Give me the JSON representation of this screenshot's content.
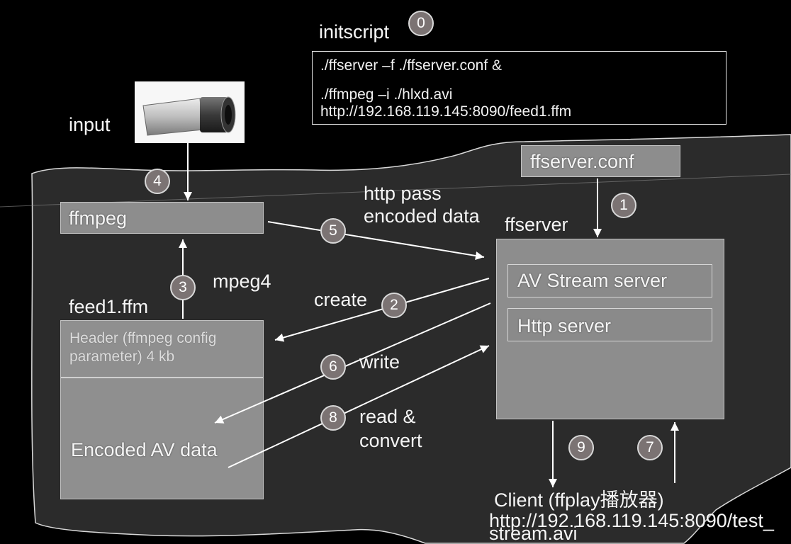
{
  "initscript": {
    "label": "initscript",
    "step": "0",
    "lines": [
      "./ffserver –f ./ffserver.conf &",
      "./ffmpeg –i ./hlxd.avi",
      "http://192.168.119.145:8090/feed1.ffm"
    ]
  },
  "input": {
    "label": "input",
    "step": "4",
    "icon": "camera-icon"
  },
  "ffmpeg": {
    "label": "ffmpeg"
  },
  "http_pass": {
    "line1": "http pass",
    "line2": "encoded data",
    "step": "5"
  },
  "ffserver_conf": {
    "label": "ffserver.conf",
    "step": "1"
  },
  "ffserver": {
    "label": "ffserver",
    "av_stream_server": "AV Stream server",
    "http_server": "Http server"
  },
  "mpeg4": {
    "label": "mpeg4",
    "step": "3"
  },
  "feed": {
    "label": "feed1.ffm",
    "header": "Header (ffmpeg config parameter) 4 kb",
    "encoded": "Encoded AV data"
  },
  "create": {
    "label": "create",
    "step": "2"
  },
  "write": {
    "label": "write",
    "step": "6"
  },
  "read": {
    "line1": "read &",
    "line2": "convert",
    "step": "8"
  },
  "client": {
    "step_out": "9",
    "step_in": "7",
    "label": "Client (ffplay播放器)",
    "url_line1": "http://192.168.119.145:8090/test_",
    "url_line2": "stream.avi"
  },
  "colors": {
    "background": "#000000",
    "region": "#2b2b2b",
    "region_outline": "#d9d9d9",
    "box_fill": "#8d8d8d",
    "box_border": "#c4c4c4",
    "step_fill": "#7b7373",
    "text": "#f5f5f5",
    "arrow": "#ffffff"
  }
}
